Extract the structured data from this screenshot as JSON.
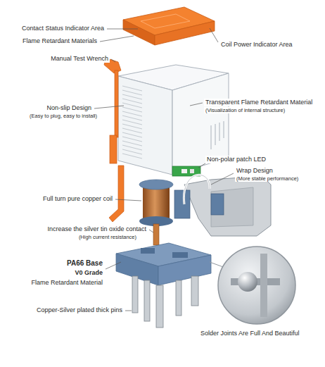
{
  "diagram": {
    "labels": [
      "Contact Status Indicator Area",
      "Flame Retardant Materials",
      "Coil Power Indicator Area",
      "Manual Test Wrench",
      "Non-slip Design",
      "(Easy to plug, easy to install)",
      "Transparent Flame Retardant Material",
      "(Visualization of internal structure)",
      "Non-polar patch LED",
      "Wrap Design",
      "(More stable performance)",
      "Full turn pure copper coil",
      "Increase the silver tin oxide contact",
      "(High current resistance)",
      "PA66 Base",
      "V0 Grade",
      "Flame Retardant Material",
      "Copper-Silver plated thick pins",
      "Solder Joints Are Full And Beautiful"
    ]
  }
}
